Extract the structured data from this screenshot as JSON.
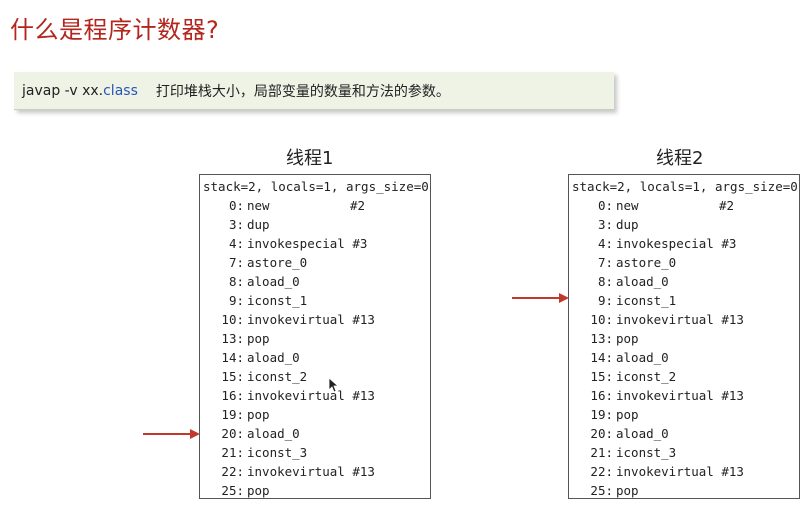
{
  "slide": {
    "title": "什么是程序计数器?",
    "command": {
      "cmd": "javap -v  xx.",
      "cls": "class",
      "description": "打印堆栈大小，局部变量的数量和方法的参数。"
    }
  },
  "threads": [
    {
      "title": "线程1",
      "header": "stack=2, locals=1, args_size=0",
      "current_offset": "20",
      "lines": [
        {
          "offset": "0:",
          "instr": "new",
          "arg": "#2"
        },
        {
          "offset": "3:",
          "instr": "dup",
          "arg": ""
        },
        {
          "offset": "4:",
          "instr": "invokespecial #3",
          "arg": ""
        },
        {
          "offset": "7:",
          "instr": "astore_0",
          "arg": ""
        },
        {
          "offset": "8:",
          "instr": "aload_0",
          "arg": ""
        },
        {
          "offset": "9:",
          "instr": "iconst_1",
          "arg": ""
        },
        {
          "offset": "10:",
          "instr": "invokevirtual #13",
          "arg": ""
        },
        {
          "offset": "13:",
          "instr": "pop",
          "arg": ""
        },
        {
          "offset": "14:",
          "instr": "aload_0",
          "arg": ""
        },
        {
          "offset": "15:",
          "instr": "iconst_2",
          "arg": ""
        },
        {
          "offset": "16:",
          "instr": "invokevirtual #13",
          "arg": ""
        },
        {
          "offset": "19:",
          "instr": "pop",
          "arg": ""
        },
        {
          "offset": "20:",
          "instr": "aload_0",
          "arg": ""
        },
        {
          "offset": "21:",
          "instr": "iconst_3",
          "arg": ""
        },
        {
          "offset": "22:",
          "instr": "invokevirtual #13",
          "arg": ""
        },
        {
          "offset": "25:",
          "instr": "pop",
          "arg": ""
        }
      ]
    },
    {
      "title": "线程2",
      "header": "stack=2, locals=1, args_size=0",
      "current_offset": "9",
      "lines": [
        {
          "offset": "0:",
          "instr": "new",
          "arg": "#2"
        },
        {
          "offset": "3:",
          "instr": "dup",
          "arg": ""
        },
        {
          "offset": "4:",
          "instr": "invokespecial #3",
          "arg": ""
        },
        {
          "offset": "7:",
          "instr": "astore_0",
          "arg": ""
        },
        {
          "offset": "8:",
          "instr": "aload_0",
          "arg": ""
        },
        {
          "offset": "9:",
          "instr": "iconst_1",
          "arg": ""
        },
        {
          "offset": "10:",
          "instr": "invokevirtual #13",
          "arg": ""
        },
        {
          "offset": "13:",
          "instr": "pop",
          "arg": ""
        },
        {
          "offset": "14:",
          "instr": "aload_0",
          "arg": ""
        },
        {
          "offset": "15:",
          "instr": "iconst_2",
          "arg": ""
        },
        {
          "offset": "16:",
          "instr": "invokevirtual #13",
          "arg": ""
        },
        {
          "offset": "19:",
          "instr": "pop",
          "arg": ""
        },
        {
          "offset": "20:",
          "instr": "aload_0",
          "arg": ""
        },
        {
          "offset": "21:",
          "instr": "iconst_3",
          "arg": ""
        },
        {
          "offset": "22:",
          "instr": "invokevirtual #13",
          "arg": ""
        },
        {
          "offset": "25:",
          "instr": "pop",
          "arg": ""
        }
      ]
    }
  ],
  "colors": {
    "title": "#b3261e",
    "class_keyword": "#2b55b8",
    "command_bg": "#eef3e6",
    "arrow": "#c0392b"
  },
  "icons": {
    "pointer": "pc-arrow-icon",
    "cursor": "mouse-cursor-icon"
  }
}
